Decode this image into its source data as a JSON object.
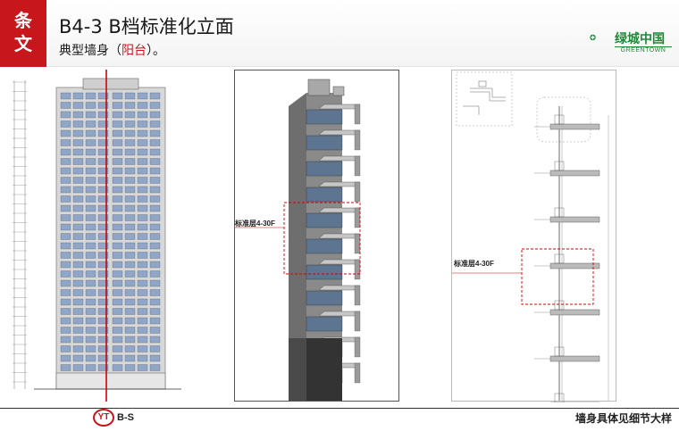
{
  "header": {
    "tag_line1": "条",
    "tag_line2": "文",
    "title": "B4-3 B档标准化立面",
    "subtitle_prefix": "典型墙身（",
    "subtitle_highlight": "阳台",
    "subtitle_suffix": "）。",
    "accent_color": "#c8161d"
  },
  "logo": {
    "name": "绿城中国",
    "sub": "GREENTOWN",
    "color": "#1d8a3a"
  },
  "panels": {
    "axonometric_label": "标准层4-30F",
    "section_label": "标准层4-30F"
  },
  "bottom": {
    "axis_marker": "YT",
    "axis_text": "B-S",
    "footer_text": "墙身具体见细节大样"
  }
}
